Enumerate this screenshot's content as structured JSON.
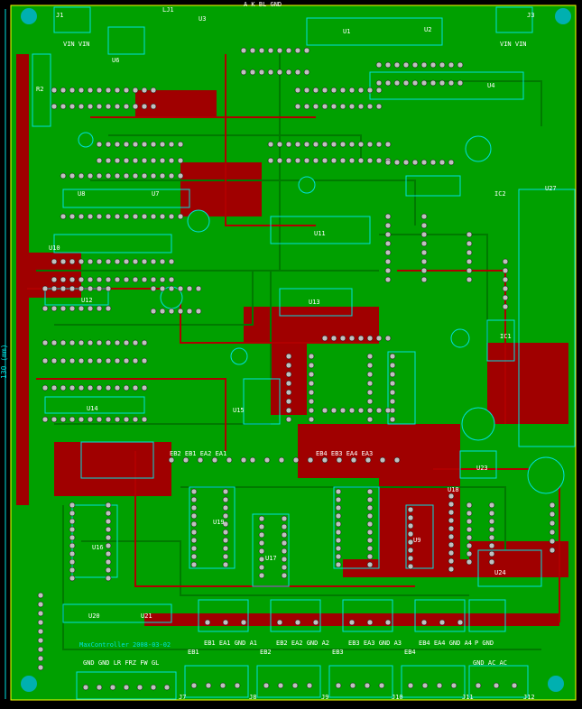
{
  "colors": {
    "background": "#000000",
    "board_fill": "#00a000",
    "copper_top": "#00b000",
    "copper_bottom": "#a00000",
    "silkscreen": "#00e0e0",
    "pad": "#c0c0c0",
    "mounting_hole": "#00b0b0",
    "outline": "#ffff00"
  },
  "side_ruler_label": "130 (mm)",
  "board_caption": "MaxController 2008-03-02",
  "labels": [
    {
      "text": "J1"
    },
    {
      "text": "VIN VIN"
    },
    {
      "text": "LJ1"
    },
    {
      "text": "U3"
    },
    {
      "text": "A K BL GND"
    },
    {
      "text": "U1"
    },
    {
      "text": "U2"
    },
    {
      "text": "J3"
    },
    {
      "text": "VIN VIN"
    },
    {
      "text": "R2"
    },
    {
      "text": "U6"
    },
    {
      "text": "U4"
    },
    {
      "text": "IC2"
    },
    {
      "text": "U27"
    },
    {
      "text": "U8"
    },
    {
      "text": "U7"
    },
    {
      "text": "U10"
    },
    {
      "text": "U11"
    },
    {
      "text": "U12"
    },
    {
      "text": "U13"
    },
    {
      "text": "U14"
    },
    {
      "text": "U15"
    },
    {
      "text": "U16"
    },
    {
      "text": "U17"
    },
    {
      "text": "U18"
    },
    {
      "text": "U19"
    },
    {
      "text": "U20"
    },
    {
      "text": "U21"
    },
    {
      "text": "U23"
    },
    {
      "text": "U24"
    },
    {
      "text": "IC1"
    },
    {
      "text": "U9"
    },
    {
      "text": "EB2 EB1 EA2 EA1"
    },
    {
      "text": "EB4 EB3 EA4 EA3"
    },
    {
      "text": "EB1 EA1 GND A1"
    },
    {
      "text": "EB2 EA2 GND A2"
    },
    {
      "text": "EB3 EA3 GND A3"
    },
    {
      "text": "EB4 EA4 GND A4"
    },
    {
      "text": "EB1"
    },
    {
      "text": "EB2"
    },
    {
      "text": "EB3"
    },
    {
      "text": "EB4"
    },
    {
      "text": "P GND"
    },
    {
      "text": "GND GND LR FRZ FW GL"
    },
    {
      "text": "GND AC AC"
    },
    {
      "text": "J7"
    },
    {
      "text": "J8"
    },
    {
      "text": "J9"
    },
    {
      "text": "J10"
    },
    {
      "text": "J11"
    },
    {
      "text": "J12"
    }
  ]
}
